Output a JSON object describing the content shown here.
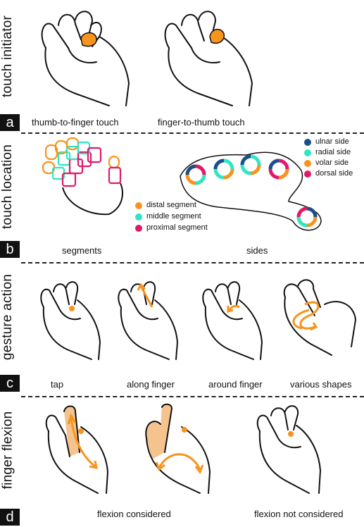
{
  "colors": {
    "orange": "#f7941d",
    "teal": "#2ee6c4",
    "pink": "#e0196b",
    "navy": "#1a4f8b",
    "flesh": "#f5c48e"
  },
  "panels": {
    "a": {
      "badge": "a",
      "side_label": "touch initiator",
      "captions": [
        "thumb-to-finger touch",
        "finger-to-thumb touch"
      ]
    },
    "b": {
      "badge": "b",
      "side_label": "touch location",
      "captions": [
        "segments",
        "sides"
      ],
      "segment_legend": [
        "distal segment",
        "middle segment",
        "proximal segment"
      ],
      "side_legend": [
        "ulnar side",
        "radial side",
        "volar side",
        "dorsal side"
      ]
    },
    "c": {
      "badge": "c",
      "side_label": "gesture action",
      "captions": [
        "tap",
        "along finger",
        "around finger",
        "various shapes"
      ]
    },
    "d": {
      "badge": "d",
      "side_label": "finger flexion",
      "captions": [
        "flexion considered",
        "flexion not considered"
      ]
    }
  }
}
